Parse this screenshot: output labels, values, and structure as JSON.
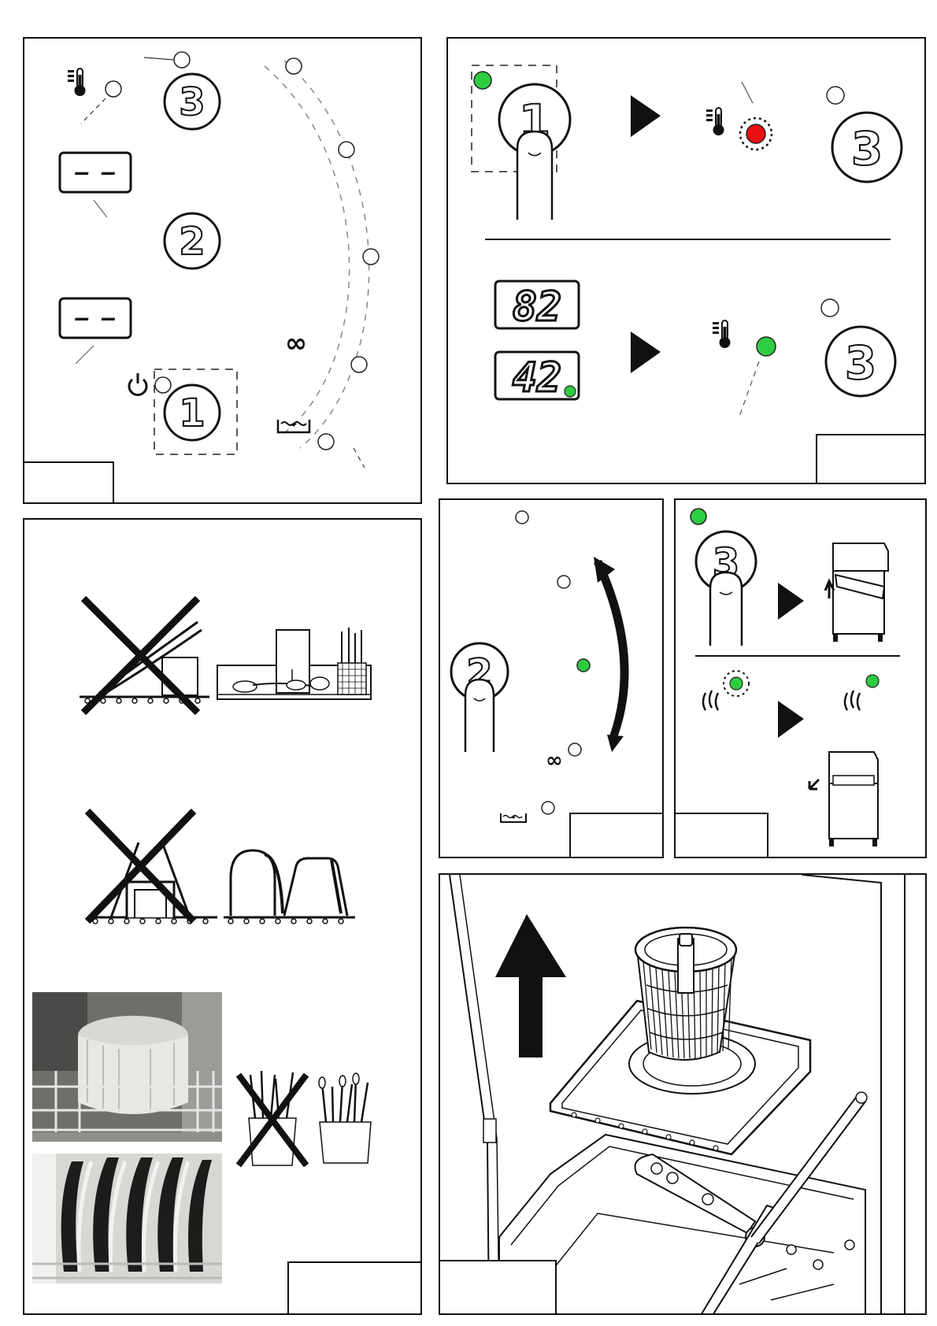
{
  "panel_a": {
    "button_1": "1",
    "button_2": "2",
    "button_3": "3",
    "display_top": "– –",
    "display_bottom": "– –"
  },
  "panel_b": {
    "button_1": "1",
    "button_3_top": "3",
    "button_3_bottom": "3",
    "display_boiler": "82",
    "display_tank": "42",
    "colors": {
      "green": "#2ecc40",
      "red": "#e81010"
    }
  },
  "panel_c": {
    "button_2": "2"
  },
  "panel_d": {
    "button_3": "3"
  }
}
